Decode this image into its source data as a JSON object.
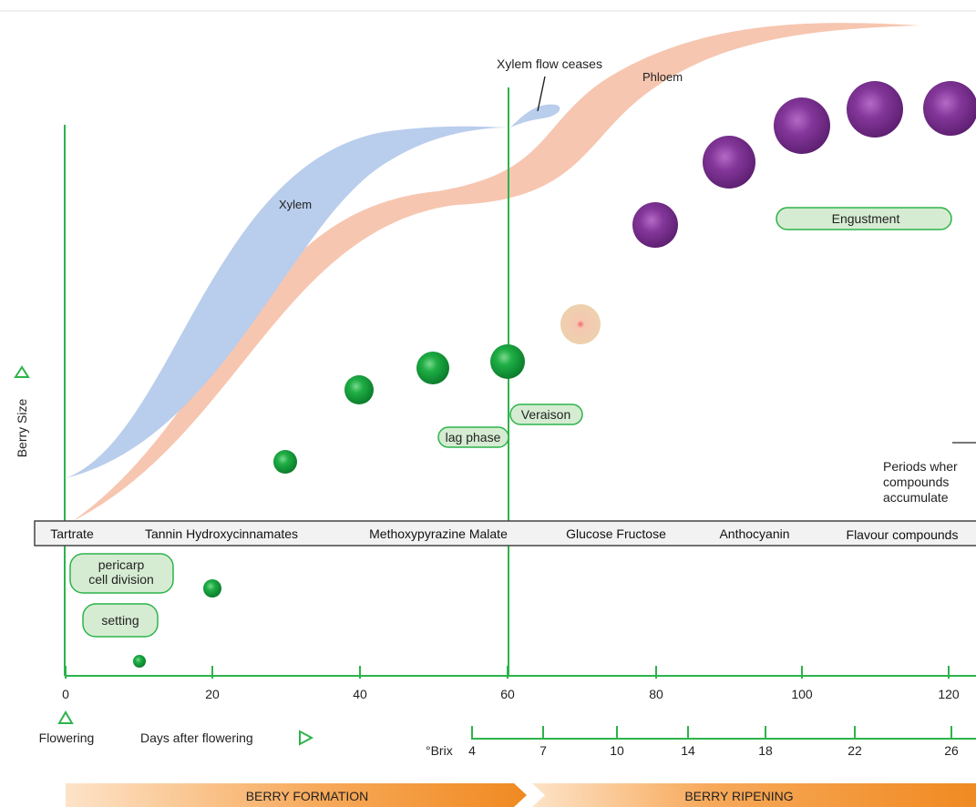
{
  "labels": {
    "xylem": "Xylem",
    "phloem": "Phloem",
    "xylem_flow_ceases": "Xylem flow ceases",
    "berry_size": "Berry Size",
    "engustment": "Engustment",
    "veraison": "Veraison",
    "lag_phase": "lag phase",
    "pericarp_line1": "pericarp",
    "pericarp_line2": "cell division",
    "setting": "setting",
    "periods_line1": "Periods wher",
    "periods_line2": "compounds",
    "periods_line3": "accumulate",
    "flowering": "Flowering",
    "days_after_flowering": "Days after flowering",
    "brix_label": "°Brix",
    "berry_formation": "BERRY FORMATION",
    "berry_ripening": "BERRY RIPENING"
  },
  "compound_bar": [
    "Tartrate",
    "Tannin Hydroxycinnamates",
    "Methoxypyrazine Malate",
    "Glucose Fructose",
    "Anthocyanin",
    "Flavour compounds"
  ],
  "days_ticks": [
    "0",
    "20",
    "40",
    "60",
    "80",
    "100",
    "120"
  ],
  "brix_ticks": [
    "4",
    "7",
    "10",
    "14",
    "18",
    "22",
    "26"
  ],
  "colors": {
    "green_line": "#2db34a",
    "xylem": "#b9cdec",
    "phloem": "#f7c6b0",
    "berry_green": "#0e9a35",
    "berry_purple": "#7a2f8f",
    "berry_veraison": "#f2dcc0",
    "pill_fill": "#d5ecd2",
    "pill_stroke": "#2db34a",
    "arrow_orange": "#f39028"
  }
}
